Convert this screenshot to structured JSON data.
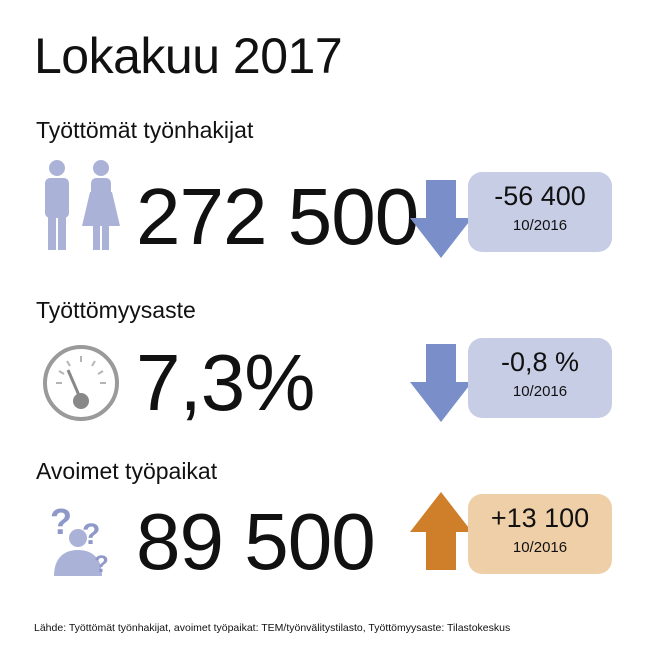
{
  "title": "Lokakuu 2017",
  "colors": {
    "icon": "#aab2d8",
    "down_arrow": "#7a8fc9",
    "down_box": "#c8cde6",
    "up_arrow": "#cf7e2a",
    "up_box": "#efcfa8",
    "gauge_ring": "#9a9a9a",
    "gauge_needle": "#888888"
  },
  "sections": [
    {
      "label": "Työttömät työnhakijat",
      "value": "272 500",
      "icon": "people-icon",
      "trend": "down",
      "change": "-56 400",
      "period": "10/2016"
    },
    {
      "label": "Työttömyysaste",
      "value": "7,3%",
      "icon": "gauge-icon",
      "trend": "down",
      "change": "-0,8 %",
      "period": "10/2016"
    },
    {
      "label": "Avoimet työpaikat",
      "value": "89 500",
      "icon": "question-person-icon",
      "trend": "up",
      "change": "+13 100",
      "period": "10/2016"
    }
  ],
  "source": "Lähde: Työttömät työnhakijat, avoimet työpaikat: TEM/työnvälitystilasto, Työttömyysaste: Tilastokeskus"
}
